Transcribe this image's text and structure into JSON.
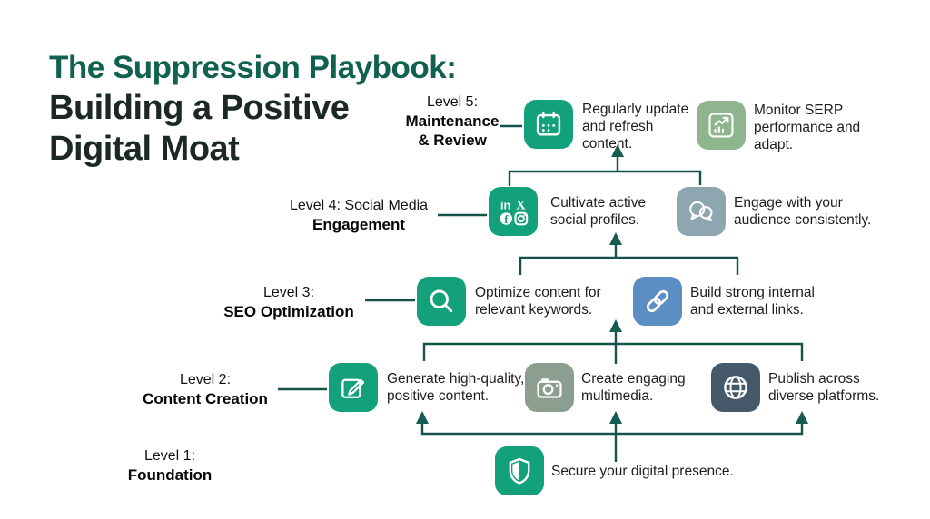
{
  "title": {
    "line1": "The Suppression Playbook:",
    "line2": "Building a Positive",
    "line3": "Digital Moat"
  },
  "colors": {
    "title_accent": "#10614F",
    "title_dark": "#1B2823",
    "line": "#15524A",
    "arrow": "#175C50",
    "green": "#12A17B",
    "sage": "#8FB58E",
    "gray_green": "#8C9E90",
    "gray_blue": "#8EA6B0",
    "blue": "#5B8EC3",
    "slate": "#46596A"
  },
  "levels": [
    {
      "name": "level-5",
      "prefix": "Level 5:",
      "bold_lines": [
        "Maintenance",
        "& Review"
      ],
      "items": [
        {
          "icon": "calendar-icon",
          "icon_color": "#12A17B",
          "lines": [
            "Regularly update",
            "and refresh",
            "content."
          ]
        },
        {
          "icon": "bar-chart-icon",
          "icon_color": "#8FB58E",
          "lines": [
            "Monitor SERP",
            "performance and",
            "adapt."
          ]
        }
      ]
    },
    {
      "name": "level-4",
      "prefix": "Level 4: Social Media",
      "bold_lines": [
        "Engagement"
      ],
      "items": [
        {
          "icon": "social-networks-icon",
          "icon_color": "#12A17B",
          "lines": [
            "Cultivate active",
            "social profiles."
          ]
        },
        {
          "icon": "chat-bubbles-icon",
          "icon_color": "#8EA6B0",
          "lines": [
            "Engage with your",
            "audience consistently."
          ]
        }
      ]
    },
    {
      "name": "level-3",
      "prefix": "Level 3:",
      "bold_lines": [
        "SEO Optimization"
      ],
      "items": [
        {
          "icon": "search-icon",
          "icon_color": "#12A17B",
          "lines": [
            "Optimize content for",
            "relevant keywords."
          ]
        },
        {
          "icon": "link-icon",
          "icon_color": "#5B8EC3",
          "lines": [
            "Build strong internal",
            "and external links."
          ]
        }
      ]
    },
    {
      "name": "level-2",
      "prefix": "Level 2:",
      "bold_lines": [
        "Content Creation"
      ],
      "items": [
        {
          "icon": "edit-icon",
          "icon_color": "#12A17B",
          "lines": [
            "Generate high-quality,",
            "positive content."
          ]
        },
        {
          "icon": "camera-icon",
          "icon_color": "#8C9E90",
          "lines": [
            "Create engaging",
            "multimedia."
          ]
        },
        {
          "icon": "globe-icon",
          "icon_color": "#46596A",
          "lines": [
            "Publish across",
            "diverse platforms."
          ]
        }
      ]
    },
    {
      "name": "level-1",
      "prefix": "Level 1:",
      "bold_lines": [
        "Foundation"
      ],
      "items": [
        {
          "icon": "shield-icon",
          "icon_color": "#12A17B",
          "lines": [
            "Secure your digital presence."
          ]
        }
      ]
    }
  ]
}
